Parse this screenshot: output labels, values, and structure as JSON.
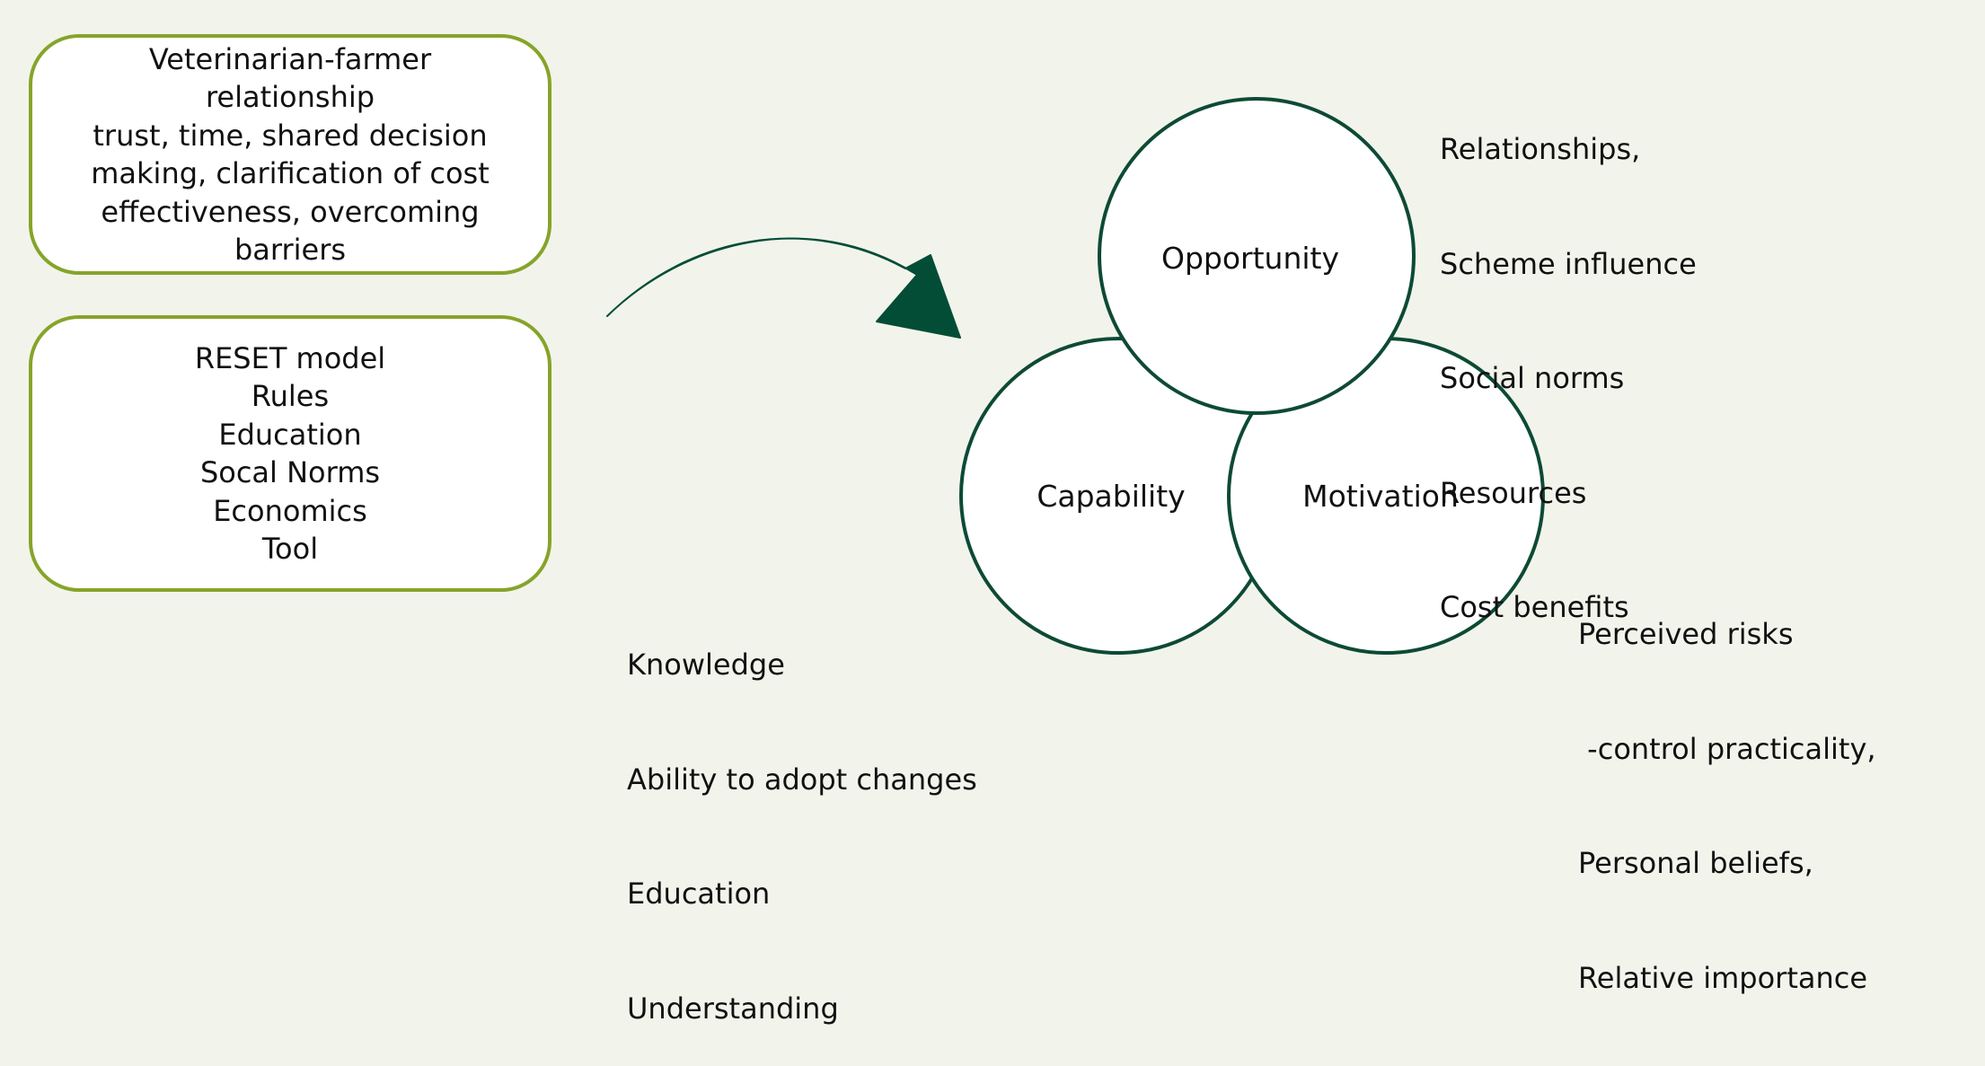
{
  "boxes": {
    "relationship": {
      "lines": [
        "Veterinarian-farmer",
        "relationship",
        "trust, time, shared decision",
        "making, clarification of cost",
        "effectiveness, overcoming",
        "barriers"
      ]
    },
    "reset": {
      "lines": [
        "RESET model",
        "Rules",
        "Education",
        "Socal Norms",
        "Economics",
        "Tool"
      ]
    }
  },
  "circles": {
    "opportunity": "Opportunity",
    "capability": "Capability",
    "motivation": "Motivation"
  },
  "lists": {
    "opportunity": [
      "Relationships,",
      "Scheme influence",
      "Social norms",
      "Resources",
      "Cost benefits"
    ],
    "motivation": [
      "Perceived risks",
      " -control practicality,",
      "Personal beliefs,",
      "Relative importance"
    ],
    "capability": [
      "Knowledge",
      "Ability to adopt changes",
      "Education",
      "Understanding"
    ]
  },
  "colors": {
    "background": "#f2f4eb",
    "box_border": "#86a42a",
    "circle_stroke": "#0d4a35",
    "arrow_fill": "#034d37"
  }
}
